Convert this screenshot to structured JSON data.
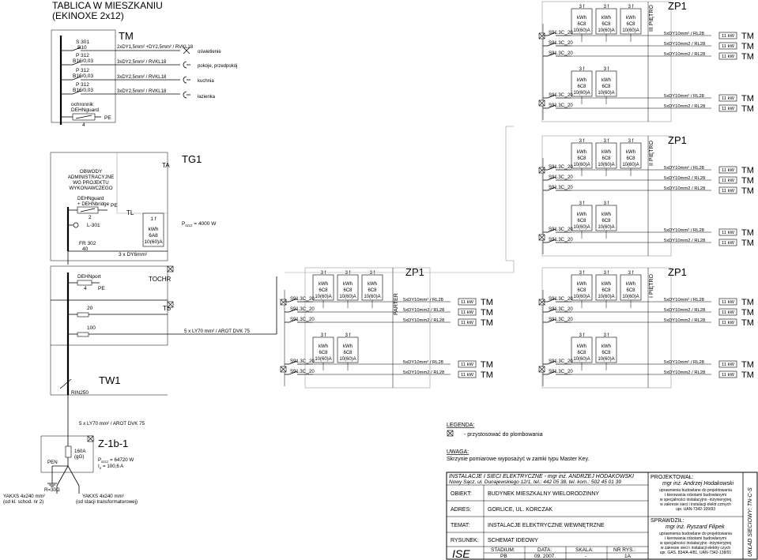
{
  "title": {
    "line1": "TABLICA W MIESZKANIU",
    "line2": "(EKINOXE 2x12)"
  },
  "tm_board": {
    "label": "TM",
    "pe": "PE",
    "four": "4",
    "devices": [
      {
        "l1": "S 301",
        "l2": "B10",
        "cable": "2xDY1,5mm² +DY2,5mm² / RVKL18",
        "load": "oświetlenie",
        "load_icon": "lamp-icon"
      },
      {
        "l1": "P 312",
        "l2": "B16/0,03",
        "cable": "3xDY2,5mm² / RVKL18",
        "load": "pokoje, przedpokój",
        "load_icon": "socket-icon"
      },
      {
        "l1": "P 312",
        "l2": "B16/0,03",
        "cable": "3xDY2,5mm² / RVKL18",
        "load": "kuchnia",
        "load_icon": "socket-icon"
      },
      {
        "l1": "P 312",
        "l2": "B16/0,03",
        "cable": "3xDY2,5mm² / RVKL18",
        "load": "łazienka",
        "load_icon": "socket-icon"
      }
    ],
    "protector": {
      "l1": "ochronnik",
      "l2": "DEHNguard"
    }
  },
  "tg1": {
    "label": "TG1",
    "ta": "TA",
    "tl": "TL",
    "circuits": [
      "OBWODY",
      "ADMINISTRACYJNE",
      "WG PROJEKTU",
      "WYKONAWCZEGO"
    ],
    "dehn": [
      "DEHNguard",
      "+ DEHNbridge"
    ],
    "pe": "PE",
    "two": "2",
    "switch": "L-301",
    "fr": [
      "FR 302",
      "40"
    ],
    "meter": [
      "1 f",
      "kWh",
      "6A8",
      "10(60)A"
    ],
    "feed": "3 x DY6mm²",
    "power": "P",
    "power_sub": "szcz",
    "power_val": "= 4000 W"
  },
  "tochr": {
    "label": "TOCHR",
    "tb": "TB",
    "dehnport": "DEHNport",
    "four": "4",
    "pe": "PE",
    "twenty": "20",
    "hundred": "100",
    "riser_cable": "5 x LY70 mm² / AROT DVK 75"
  },
  "tw1": {
    "label": "TW1",
    "fuse": "RIN250"
  },
  "zp1_floors": [
    {
      "floor": "III PIĘTRO",
      "zp": "ZP1"
    },
    {
      "floor": "II PIĘTRO",
      "zp": "ZP1"
    },
    {
      "floor": "PARTER",
      "zp": "ZP1"
    },
    {
      "floor": "I PIĘTRO",
      "zp": "ZP1"
    }
  ],
  "zp1_meter": [
    "3 f",
    "kWh",
    "6C8",
    "10(60)A"
  ],
  "zp1_breaker": "S91.3C",
  "zp1_breaker_sub": "xx",
  "zp1_breaker_val": "20",
  "zp1_cables": [
    "5xDY10mm² / RL28",
    "5xDY10mm2 / RL28",
    "5xDY10mm2 / RL28",
    "5xDY10mm² / RL28",
    "5xDY10mm2 / RL28"
  ],
  "zp1_flat": {
    "kw": "11 kW",
    "tm": "TM"
  },
  "z1b1": {
    "label": "Z-1b-1",
    "cable_top": "5 x LY70 mm² / AROT DVK 75",
    "fuse": [
      "160A",
      "(gG)"
    ],
    "p": "P",
    "p_sub": "szcz",
    "p_val": "= 64720 W",
    "i": "I",
    "i_sub": "s",
    "i_val": "= 100,6 A",
    "pen": "PEN",
    "earth": "R=30Ω",
    "cable_left": [
      "YAKXS 4x240 mm²",
      "(od kl. schod. nr 2)"
    ],
    "cable_right": [
      "YAKXS 4x240 mm²",
      "(od stacji transformatorowej)"
    ]
  },
  "legend": {
    "heading": "LEGENDA:",
    "seal_text": "-   przystosować do plombowania",
    "note_heading": "UWAGA:",
    "note": "Skrzynie pomiarowe wyposażyć w zamki typu Master Key."
  },
  "title_block": {
    "company": "INSTALACJE I SIECI ELEKTRYCZNE - mgr inż. ANDRZEJ HODAKOWSKI",
    "address": "Nowy Sącz, ul. Dunajewskiego 12/1, tel.: 442 05 38, tel. kom.: 502 45 01 39",
    "rows": [
      {
        "label": "OBIEKT:",
        "value": "BUDYNEK MIESZKALNY WIELORODZINNY"
      },
      {
        "label": "ADRES:",
        "value": "GORLICE, UL. KORCZAK"
      },
      {
        "label": "TEMAT:",
        "value": "INSTALACJE ELEKTRYCZNE WEWNĘTRZNE"
      },
      {
        "label": "RYSUNEK:",
        "value": "SCHEMAT IDEOWY"
      }
    ],
    "logo": "ISE",
    "stadium_h": "STADIUM:",
    "stadium": "PB",
    "data_h": "DATA:",
    "data": "09. 2007.",
    "skala_h": "SKALA:",
    "skala": "-",
    "nr_h": "NR RYS.:",
    "nr": "1A",
    "designer_h": "PROJEKTOWAŁ:",
    "designer": "mgr inż. Andrzej Hodakowski",
    "designer_lines": [
      "uprawnienia budowlane do projektowania",
      "i kierowania robotami budowlanymi",
      "w specjalności instalacyjno -inżynieryjnej",
      "w zakresie sieci i instalacji elektr.czmych",
      "upr. UAN-7342-109/93"
    ],
    "checker_h": "SPRAWDZIŁ:",
    "checker": "mgr inż. Ryszard Filipek",
    "checker_lines": [
      "uprawnienia budowlane do projektowania",
      "i kierowania robotami budowlanymi",
      "w specjalności instalacyjno -inżynieryjnej",
      "w zakresie sieci i instalacji elektry czych",
      "upr. GAS. 834/A-4/81, UAN-7342-138/91"
    ],
    "system": "UKŁAD SIECIOWY: TN-C-S"
  }
}
